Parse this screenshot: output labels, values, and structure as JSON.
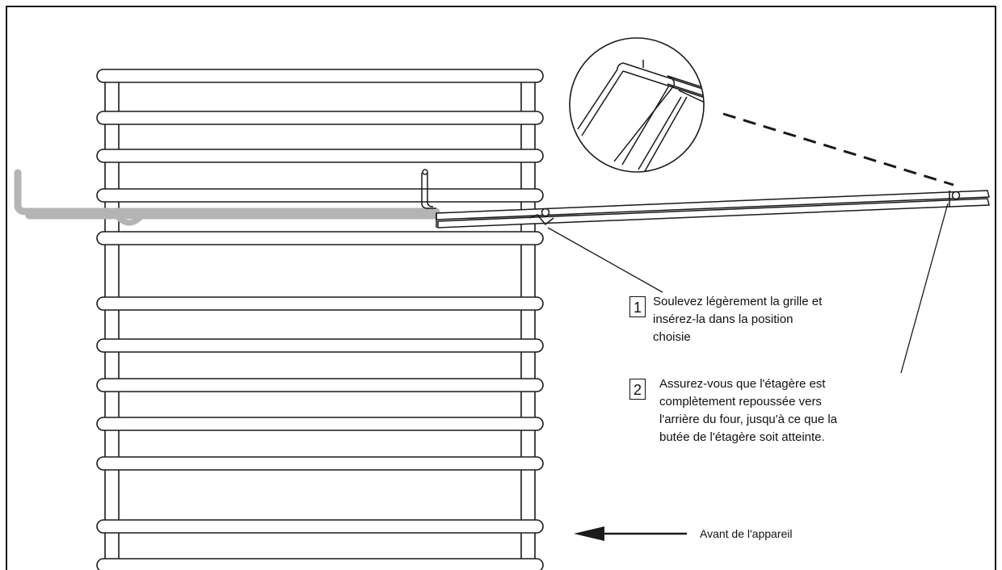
{
  "steps": [
    {
      "number": "1",
      "lines": [
        "Soulevez légèrement la grille et",
        "insérez-la dans la position",
        "choisie"
      ]
    },
    {
      "number": "2",
      "lines": [
        "Assurez-vous que l'étagère est",
        "complètement repoussée vers",
        "l'arrière du four, jusqu'à ce que la",
        "butée de l'étagère soit atteinte."
      ]
    }
  ],
  "front_label": "Avant de l'appareil",
  "colors": {
    "line": "#1a1a1a",
    "rack_shadow": "#b4b4b4"
  },
  "icons": {
    "arrow": "left-arrow-icon",
    "zoom": "magnifier-detail-icon"
  }
}
